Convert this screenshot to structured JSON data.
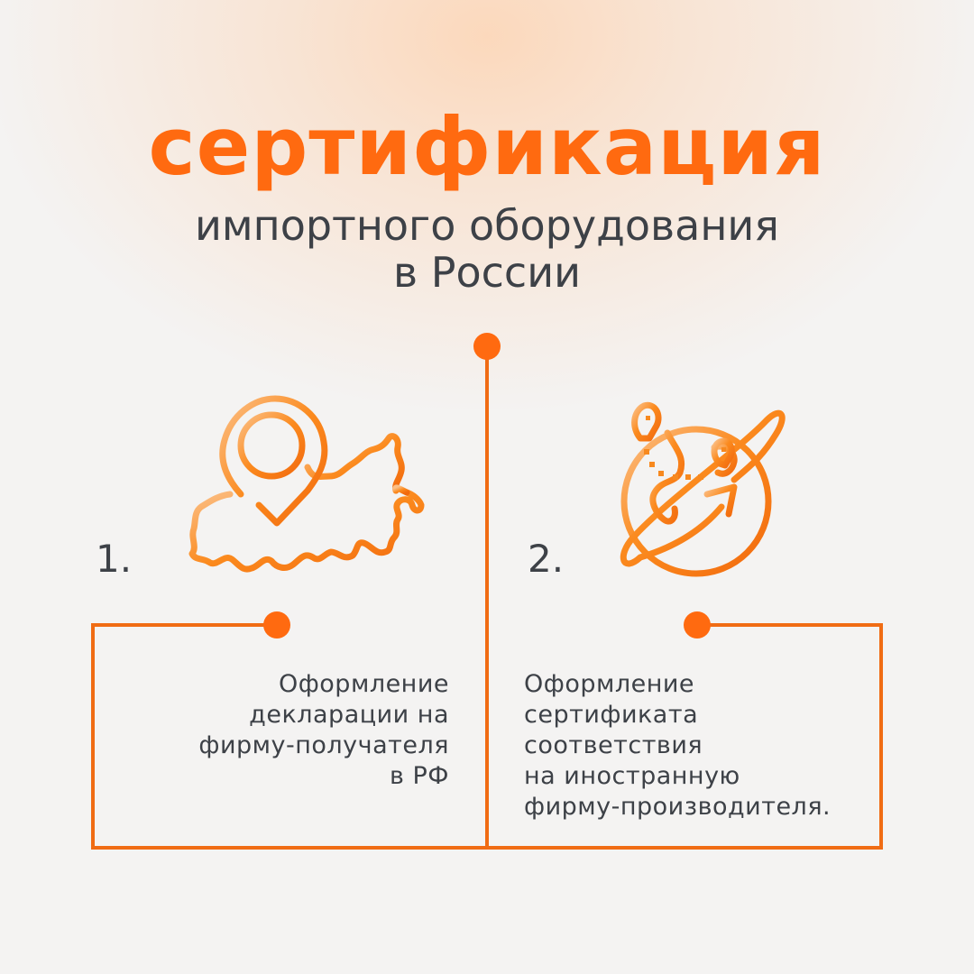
{
  "header": {
    "title": "сертификация",
    "subtitle_line1": "импортного оборудования",
    "subtitle_line2": "в России"
  },
  "steps": [
    {
      "number": "1.",
      "icon": "russia-map-location-pin-icon",
      "description": [
        "Оформление",
        "декларации на",
        "фирму-получателя",
        "в РФ"
      ]
    },
    {
      "number": "2.",
      "icon": "globe-orbit-arrow-pins-icon",
      "description": [
        "Оформление",
        "сертификата",
        "соответствия",
        "на иностранную",
        "фирму-производителя."
      ]
    }
  ],
  "colors": {
    "accent": "#ff6a10",
    "line": "#f06c14",
    "text": "#3d4147",
    "background": "#f4f3f2"
  }
}
